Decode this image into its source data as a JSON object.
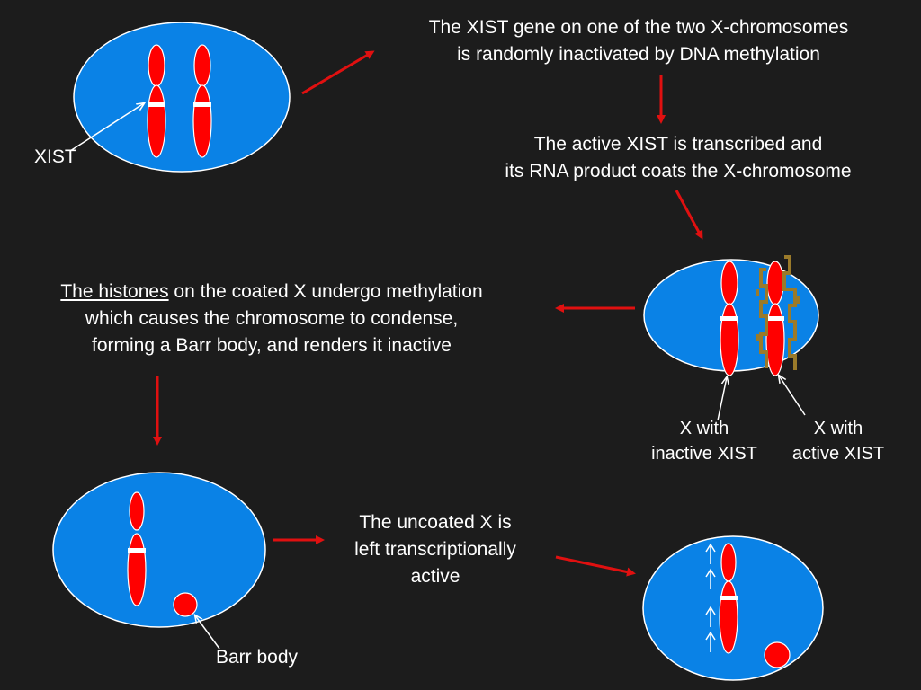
{
  "colors": {
    "background": "#1c1c1c",
    "cell": "#0a82e6",
    "chromosome": "#ff0000",
    "arrow": "#e01010",
    "rna_coat": "#9a7a2a",
    "text": "#ffffff"
  },
  "labels": {
    "xist": "XIST",
    "x_inactive_xist": [
      "X with",
      "inactive XIST"
    ],
    "x_active_xist": [
      "X with",
      "active XIST"
    ],
    "barr_body": "Barr body"
  },
  "steps": {
    "step1": [
      "The XIST gene on one of the two X-chromosomes",
      "is randomly inactivated by DNA methylation"
    ],
    "step2": [
      "The active XIST is transcribed and",
      "its RNA product coats the X-chromosome"
    ],
    "step3_underlined": "The histones",
    "step3_rest": " on the coated X undergo methylation",
    "step3_lines": [
      "which causes the chromosome to condense,",
      "forming a Barr body, and renders it inactive"
    ],
    "step4": [
      "The uncoated X is",
      "left transcriptionally",
      "active"
    ]
  },
  "icons": {
    "flow_arrow": "arrow-right-icon",
    "transcription_arrow": "up-arrow-icon"
  }
}
